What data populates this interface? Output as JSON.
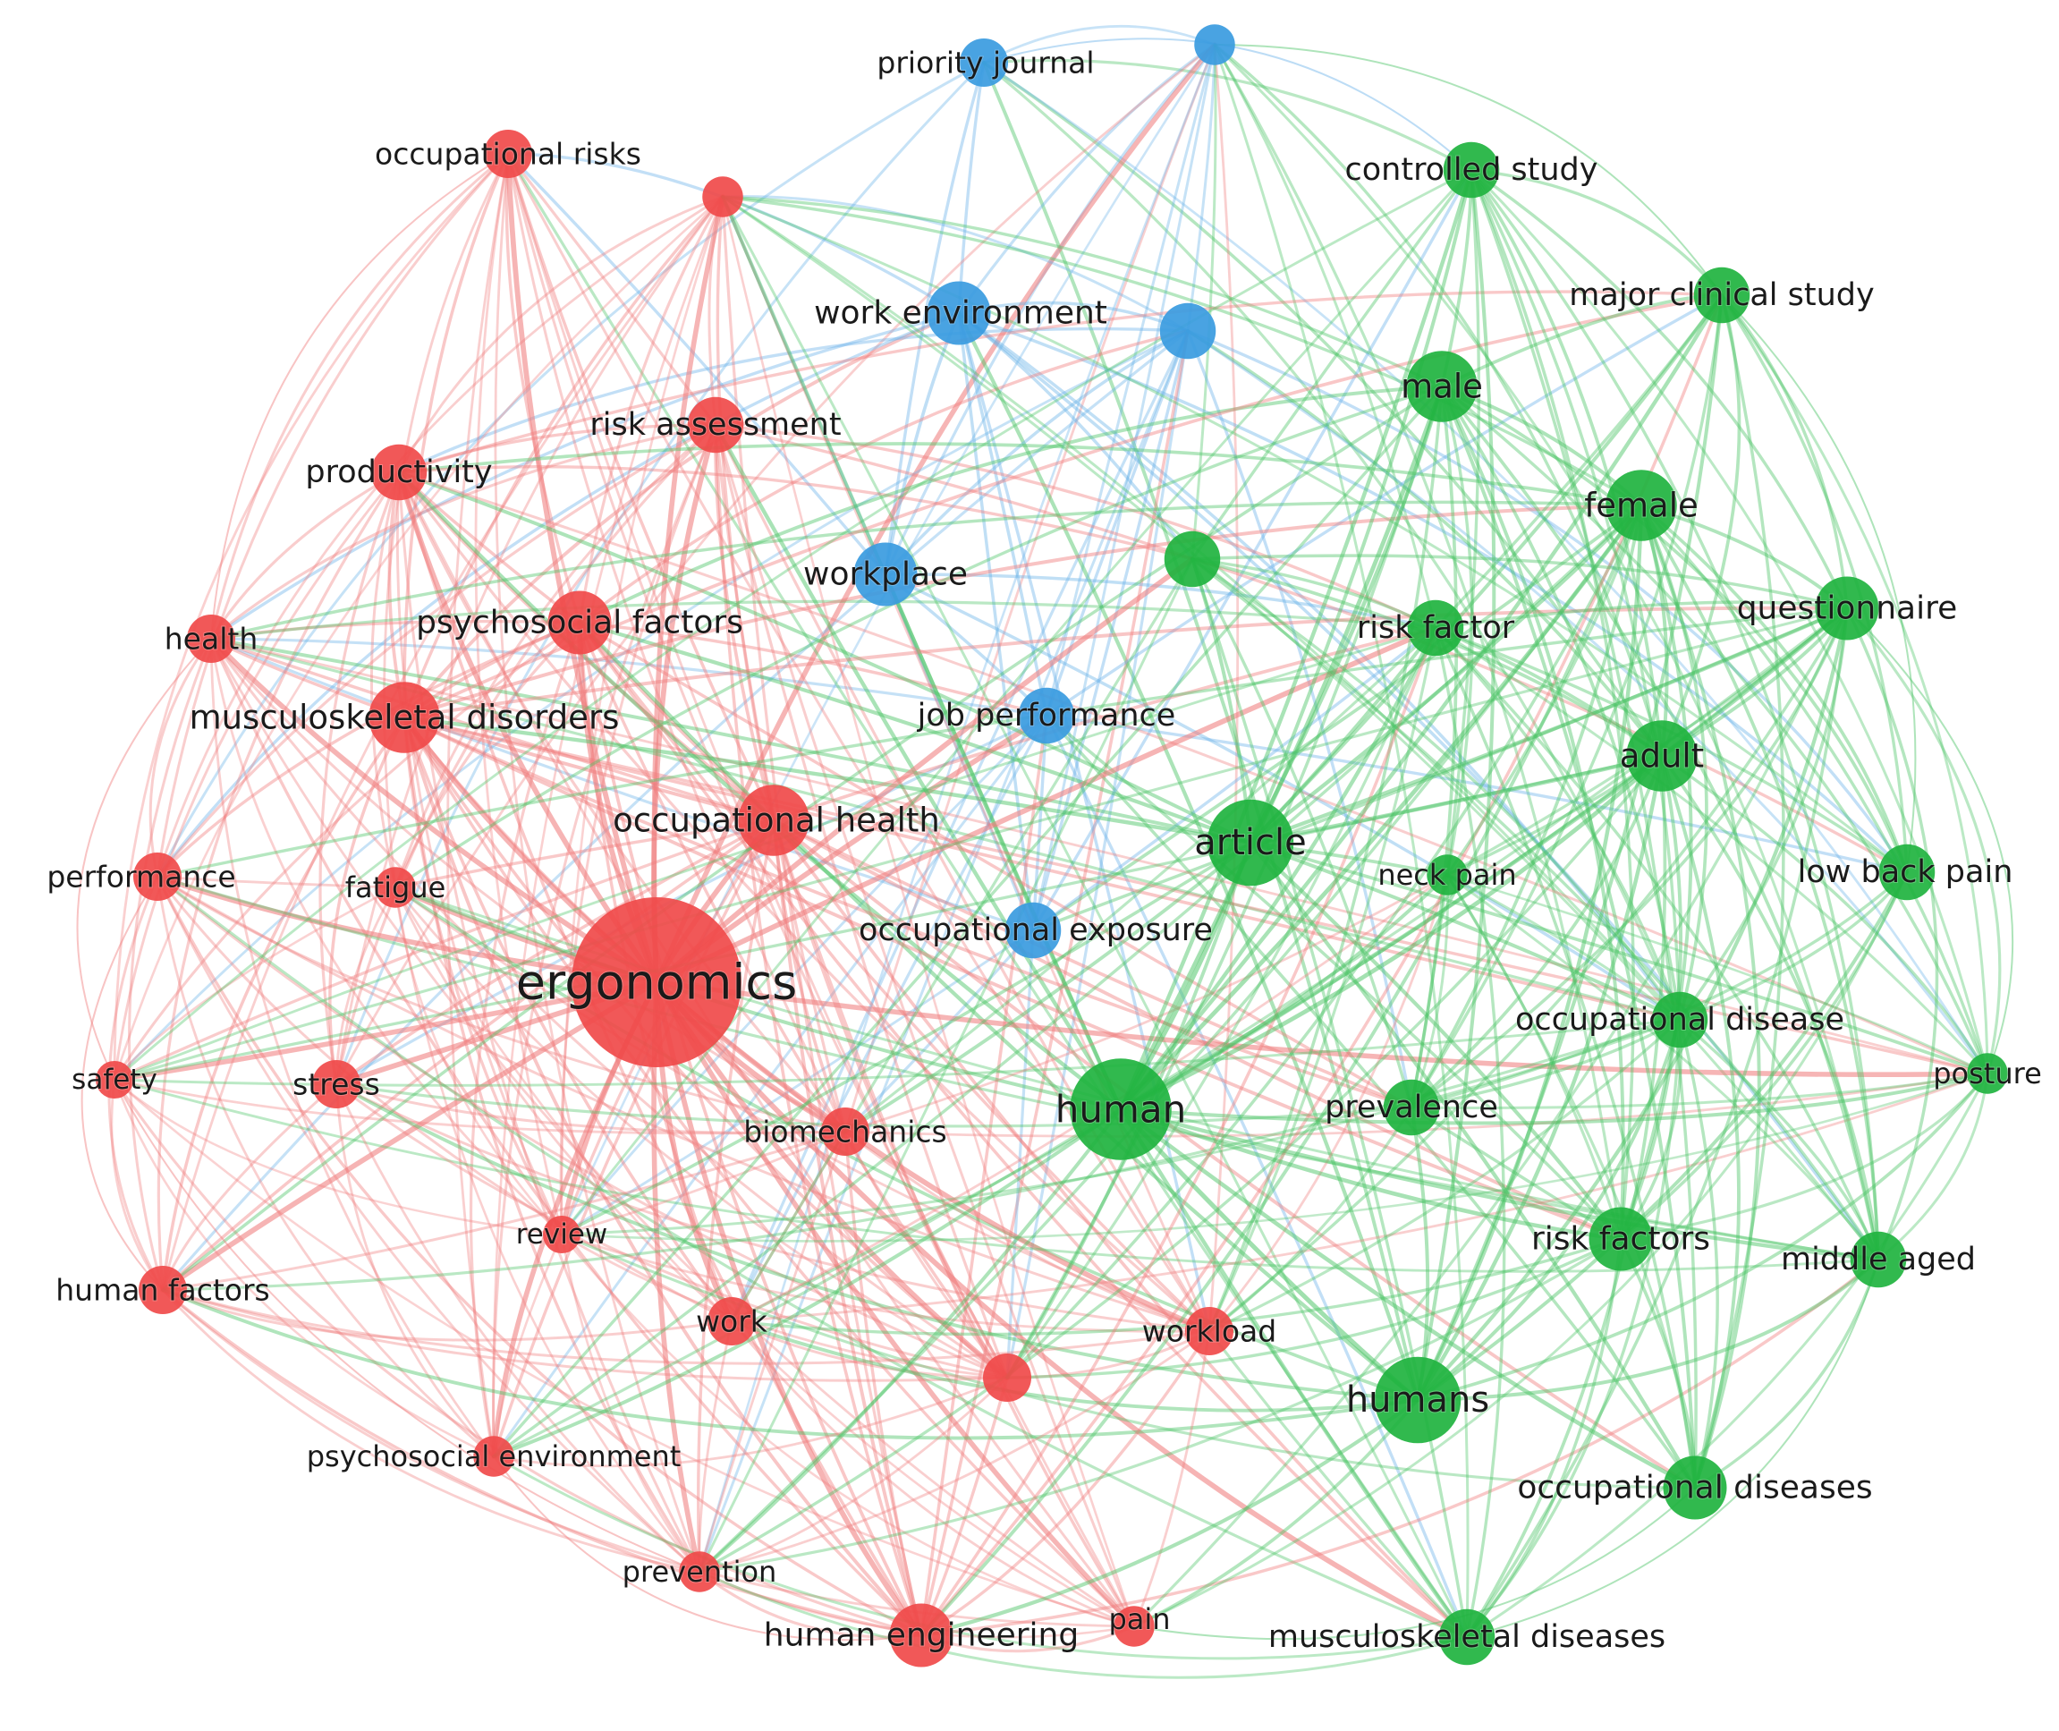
{
  "colors": {
    "red_cluster": "#f04a4a",
    "green_cluster": "#1fb33f",
    "blue_cluster": "#3a9be0",
    "red_edge": "#f07d7d",
    "green_edge": "#4cc466",
    "blue_edge": "#6ab2e8",
    "background": "#ffffff"
  },
  "clusters": [
    {
      "id": "red",
      "color": "#f04a4a"
    },
    {
      "id": "green",
      "color": "#1fb33f"
    },
    {
      "id": "blue",
      "color": "#3a9be0"
    }
  ],
  "nodes": [
    {
      "id": "priority_journal",
      "label": "priority journal",
      "cluster": "blue",
      "weight": 2
    },
    {
      "id": "unlabeled_blue_top",
      "label": "",
      "cluster": "blue",
      "weight": 1.5
    },
    {
      "id": "work_environment",
      "label": "work environment",
      "cluster": "blue",
      "weight": 3
    },
    {
      "id": "unlabeled_blue_mid",
      "label": "",
      "cluster": "blue",
      "weight": 2.5
    },
    {
      "id": "workplace",
      "label": "workplace",
      "cluster": "blue",
      "weight": 3
    },
    {
      "id": "job_performance",
      "label": "job performance",
      "cluster": "blue",
      "weight": 2.5
    },
    {
      "id": "occupational_exposure",
      "label": "occupational exposure",
      "cluster": "blue",
      "weight": 2.5
    },
    {
      "id": "occupational_risks",
      "label": "occupational risks",
      "cluster": "red",
      "weight": 2
    },
    {
      "id": "unlabeled_red_top",
      "label": "",
      "cluster": "red",
      "weight": 1.5
    },
    {
      "id": "risk_assessment",
      "label": "risk assessment",
      "cluster": "red",
      "weight": 2.5
    },
    {
      "id": "productivity",
      "label": "productivity",
      "cluster": "red",
      "weight": 2.5
    },
    {
      "id": "health",
      "label": "health",
      "cluster": "red",
      "weight": 2
    },
    {
      "id": "psychosocial_factors",
      "label": "psychosocial factors",
      "cluster": "red",
      "weight": 3
    },
    {
      "id": "musculoskeletal_disorders",
      "label": "musculoskeletal disorders",
      "cluster": "red",
      "weight": 3.5
    },
    {
      "id": "occupational_health",
      "label": "occupational health",
      "cluster": "red",
      "weight": 3.5
    },
    {
      "id": "performance",
      "label": "performance",
      "cluster": "red",
      "weight": 2
    },
    {
      "id": "fatigue",
      "label": "fatigue",
      "cluster": "red",
      "weight": 1.5
    },
    {
      "id": "ergonomics",
      "label": "ergonomics",
      "cluster": "red",
      "weight": 10
    },
    {
      "id": "safety",
      "label": "safety",
      "cluster": "red",
      "weight": 1.3
    },
    {
      "id": "stress",
      "label": "stress",
      "cluster": "red",
      "weight": 2
    },
    {
      "id": "biomechanics",
      "label": "biomechanics",
      "cluster": "red",
      "weight": 2
    },
    {
      "id": "review",
      "label": "review",
      "cluster": "red",
      "weight": 1.3
    },
    {
      "id": "human_factors",
      "label": "human factors",
      "cluster": "red",
      "weight": 2
    },
    {
      "id": "work",
      "label": "work",
      "cluster": "red",
      "weight": 2
    },
    {
      "id": "unlabeled_red_bottom",
      "label": "",
      "cluster": "red",
      "weight": 2
    },
    {
      "id": "workload",
      "label": "workload",
      "cluster": "red",
      "weight": 2
    },
    {
      "id": "psychosocial_environment",
      "label": "psychosocial environment",
      "cluster": "red",
      "weight": 1.5
    },
    {
      "id": "prevention",
      "label": "prevention",
      "cluster": "red",
      "weight": 1.5
    },
    {
      "id": "human_engineering",
      "label": "human engineering",
      "cluster": "red",
      "weight": 3
    },
    {
      "id": "pain",
      "label": "pain",
      "cluster": "red",
      "weight": 1.5
    },
    {
      "id": "controlled_study",
      "label": "controlled study",
      "cluster": "green",
      "weight": 2.5
    },
    {
      "id": "major_clinical_study",
      "label": "major clinical study",
      "cluster": "green",
      "weight": 2.5
    },
    {
      "id": "male",
      "label": "male",
      "cluster": "green",
      "weight": 3.5
    },
    {
      "id": "female",
      "label": "female",
      "cluster": "green",
      "weight": 3.5
    },
    {
      "id": "unlabeled_green",
      "label": "",
      "cluster": "green",
      "weight": 2.5
    },
    {
      "id": "risk_factor",
      "label": "risk factor",
      "cluster": "green",
      "weight": 2.5
    },
    {
      "id": "questionnaire",
      "label": "questionnaire",
      "cluster": "green",
      "weight": 3
    },
    {
      "id": "adult",
      "label": "adult",
      "cluster": "green",
      "weight": 3.5
    },
    {
      "id": "article",
      "label": "article",
      "cluster": "green",
      "weight": 4.5
    },
    {
      "id": "neck_pain",
      "label": "neck pain",
      "cluster": "green",
      "weight": 1.5
    },
    {
      "id": "low_back_pain",
      "label": "low back pain",
      "cluster": "green",
      "weight": 2.5
    },
    {
      "id": "occupational_disease",
      "label": "occupational disease",
      "cluster": "green",
      "weight": 2.5
    },
    {
      "id": "posture",
      "label": "posture",
      "cluster": "green",
      "weight": 1.5
    },
    {
      "id": "human",
      "label": "human",
      "cluster": "green",
      "weight": 5.5
    },
    {
      "id": "prevalence",
      "label": "prevalence",
      "cluster": "green",
      "weight": 2.5
    },
    {
      "id": "risk_factors",
      "label": "risk factors",
      "cluster": "green",
      "weight": 3
    },
    {
      "id": "middle_aged",
      "label": "middle aged",
      "cluster": "green",
      "weight": 2.5
    },
    {
      "id": "humans",
      "label": "humans",
      "cluster": "green",
      "weight": 4.5
    },
    {
      "id": "occupational_diseases",
      "label": "occupational diseases",
      "cluster": "green",
      "weight": 3
    },
    {
      "id": "musculoskeletal_diseases",
      "label": "musculoskeletal diseases",
      "cluster": "green",
      "weight": 2.5
    }
  ]
}
